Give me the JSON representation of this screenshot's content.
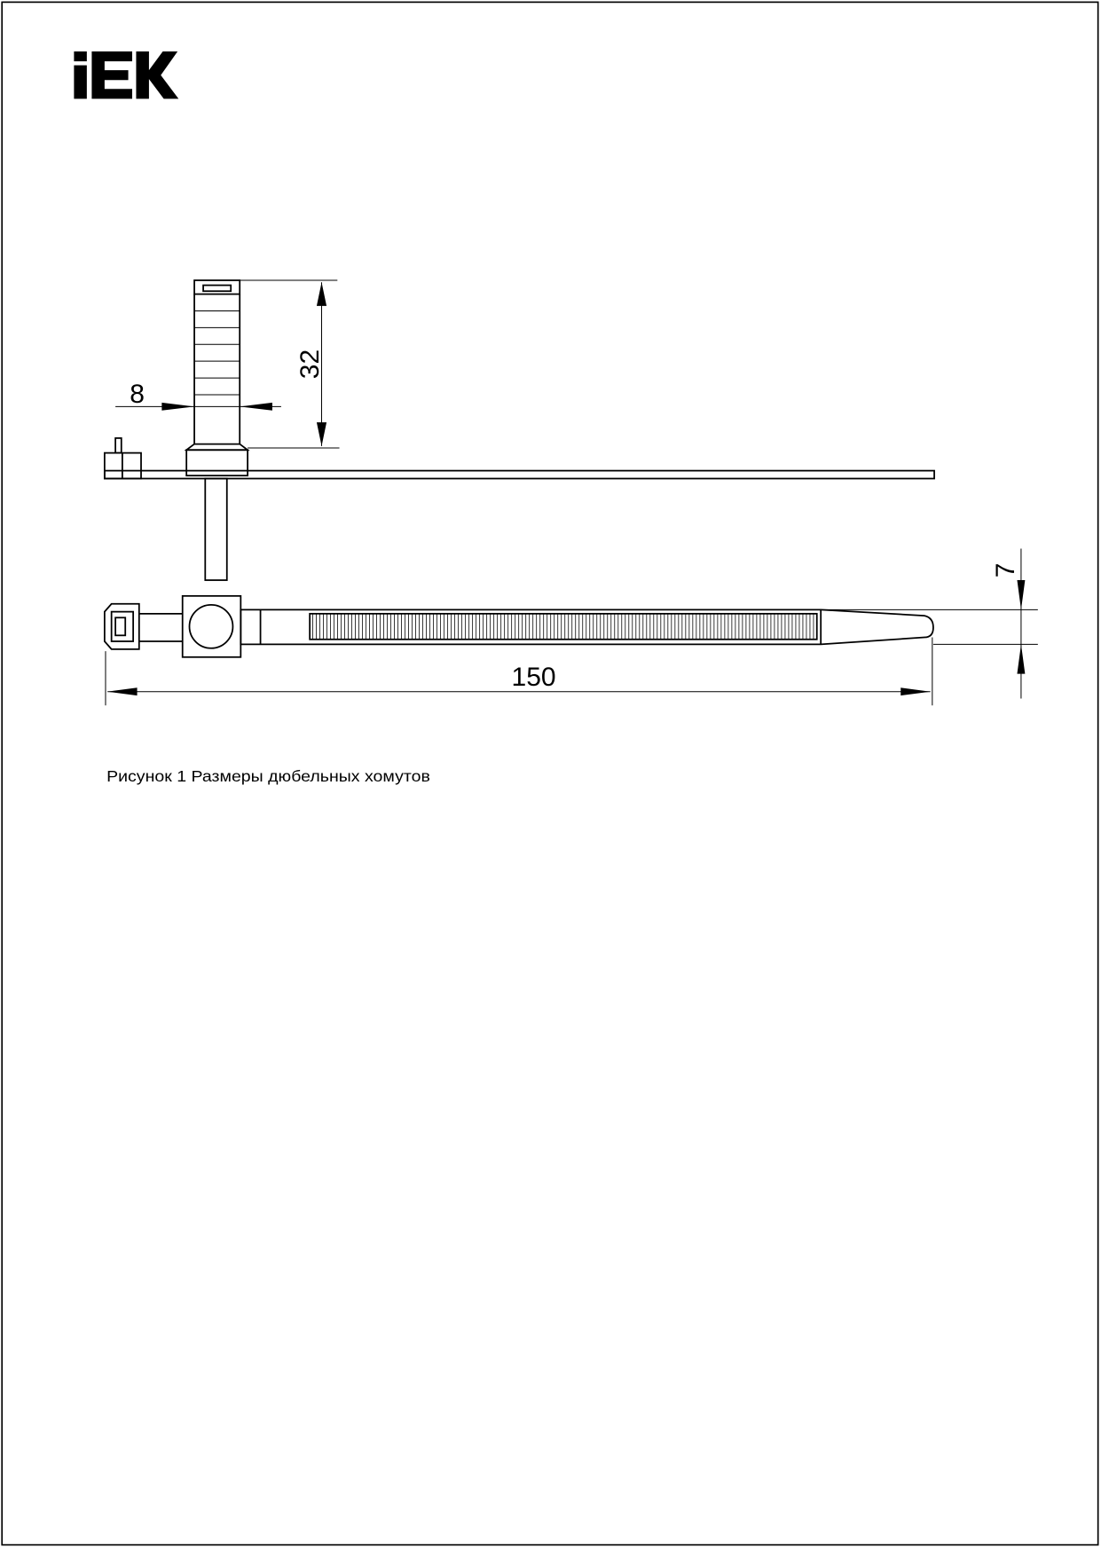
{
  "logo": {
    "text": "IEK"
  },
  "dimensions": {
    "height": "32",
    "width": "8",
    "length": "150",
    "strap_width": "7"
  },
  "caption": "Рисунок 1  Размеры дюбельных хомутов",
  "colors": {
    "ink": "#000000",
    "background": "#ffffff"
  }
}
